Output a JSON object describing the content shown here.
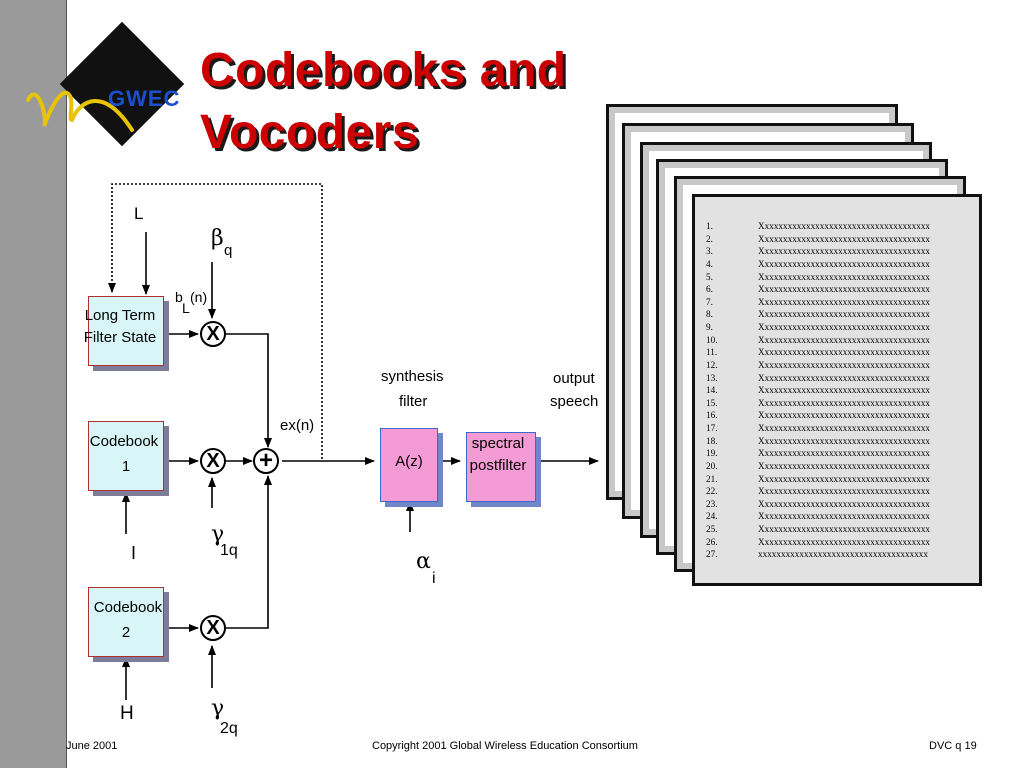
{
  "slide": {
    "title_line1": "Codebooks and",
    "title_line2": "Vocoders"
  },
  "logo": {
    "text": "GWEC"
  },
  "diagram": {
    "long_term": {
      "line1": "Long Term",
      "line2": "Filter State",
      "input": "L"
    },
    "beta": {
      "symbol": "β",
      "sub": "q"
    },
    "bl": {
      "main": "b",
      "sub": "L",
      "suffix": "(n)"
    },
    "codebook1": {
      "line1": "Codebook",
      "line2": "1",
      "input": "I"
    },
    "gamma1": {
      "symbol": "γ",
      "sub": "1q"
    },
    "codebook2": {
      "line1": "Codebook",
      "line2": "2",
      "input": "H"
    },
    "gamma2": {
      "symbol": "γ",
      "sub": "2q"
    },
    "multiply": "X",
    "plus": "+",
    "ex": "ex(n)",
    "synth": {
      "line1": "synthesis",
      "line2": "filter",
      "box": "A(z)"
    },
    "alpha": {
      "symbol": "α",
      "sub": "i"
    },
    "postfilter": {
      "line1": "spectral",
      "line2": "postfilter"
    },
    "output": {
      "line1": "output",
      "line2": "speech"
    }
  },
  "codebook_pages": {
    "rows": [
      {
        "n": "1.",
        "t": "Xxxxxxxxxxxxxxxxxxxxxxxxxxxxxxxxxxxxx"
      },
      {
        "n": "2.",
        "t": "Xxxxxxxxxxxxxxxxxxxxxxxxxxxxxxxxxxxxx"
      },
      {
        "n": "3.",
        "t": "Xxxxxxxxxxxxxxxxxxxxxxxxxxxxxxxxxxxxx"
      },
      {
        "n": "4.",
        "t": "Xxxxxxxxxxxxxxxxxxxxxxxxxxxxxxxxxxxxx"
      },
      {
        "n": "5.",
        "t": "Xxxxxxxxxxxxxxxxxxxxxxxxxxxxxxxxxxxxx"
      },
      {
        "n": "6.",
        "t": "Xxxxxxxxxxxxxxxxxxxxxxxxxxxxxxxxxxxxx"
      },
      {
        "n": "7.",
        "t": "Xxxxxxxxxxxxxxxxxxxxxxxxxxxxxxxxxxxxx"
      },
      {
        "n": "8.",
        "t": "Xxxxxxxxxxxxxxxxxxxxxxxxxxxxxxxxxxxxx"
      },
      {
        "n": "9.",
        "t": "Xxxxxxxxxxxxxxxxxxxxxxxxxxxxxxxxxxxxx"
      },
      {
        "n": "10.",
        "t": "Xxxxxxxxxxxxxxxxxxxxxxxxxxxxxxxxxxxxx"
      },
      {
        "n": "11.",
        "t": "Xxxxxxxxxxxxxxxxxxxxxxxxxxxxxxxxxxxxx"
      },
      {
        "n": "12.",
        "t": "Xxxxxxxxxxxxxxxxxxxxxxxxxxxxxxxxxxxxx"
      },
      {
        "n": "13.",
        "t": "Xxxxxxxxxxxxxxxxxxxxxxxxxxxxxxxxxxxxx"
      },
      {
        "n": "14.",
        "t": "Xxxxxxxxxxxxxxxxxxxxxxxxxxxxxxxxxxxxx"
      },
      {
        "n": "15.",
        "t": "Xxxxxxxxxxxxxxxxxxxxxxxxxxxxxxxxxxxxx"
      },
      {
        "n": "16.",
        "t": "Xxxxxxxxxxxxxxxxxxxxxxxxxxxxxxxxxxxxx"
      },
      {
        "n": "17.",
        "t": "Xxxxxxxxxxxxxxxxxxxxxxxxxxxxxxxxxxxxx"
      },
      {
        "n": "18.",
        "t": "Xxxxxxxxxxxxxxxxxxxxxxxxxxxxxxxxxxxxx"
      },
      {
        "n": "19.",
        "t": "Xxxxxxxxxxxxxxxxxxxxxxxxxxxxxxxxxxxxx"
      },
      {
        "n": "20.",
        "t": "Xxxxxxxxxxxxxxxxxxxxxxxxxxxxxxxxxxxxx"
      },
      {
        "n": "21.",
        "t": "Xxxxxxxxxxxxxxxxxxxxxxxxxxxxxxxxxxxxx"
      },
      {
        "n": "22.",
        "t": "Xxxxxxxxxxxxxxxxxxxxxxxxxxxxxxxxxxxxx"
      },
      {
        "n": "23.",
        "t": "Xxxxxxxxxxxxxxxxxxxxxxxxxxxxxxxxxxxxx"
      },
      {
        "n": "24.",
        "t": "Xxxxxxxxxxxxxxxxxxxxxxxxxxxxxxxxxxxxx"
      },
      {
        "n": "25.",
        "t": "Xxxxxxxxxxxxxxxxxxxxxxxxxxxxxxxxxxxxx"
      },
      {
        "n": "26.",
        "t": "Xxxxxxxxxxxxxxxxxxxxxxxxxxxxxxxxxxxxx"
      },
      {
        "n": "27.",
        "t": "xxxxxxxxxxxxxxxxxxxxxxxxxxxxxxxxxxxxx"
      }
    ]
  },
  "footer": {
    "date": "June 2001",
    "copyright": "Copyright 2001 Global Wireless Education Consortium",
    "page": "DVC q  19"
  },
  "colors": {
    "title": "#cc0000",
    "cyan_box": "#d8f6f8",
    "pink_box": "#f49ad4",
    "logo_text": "#1a4fd0",
    "swoosh": "#e8c400"
  }
}
